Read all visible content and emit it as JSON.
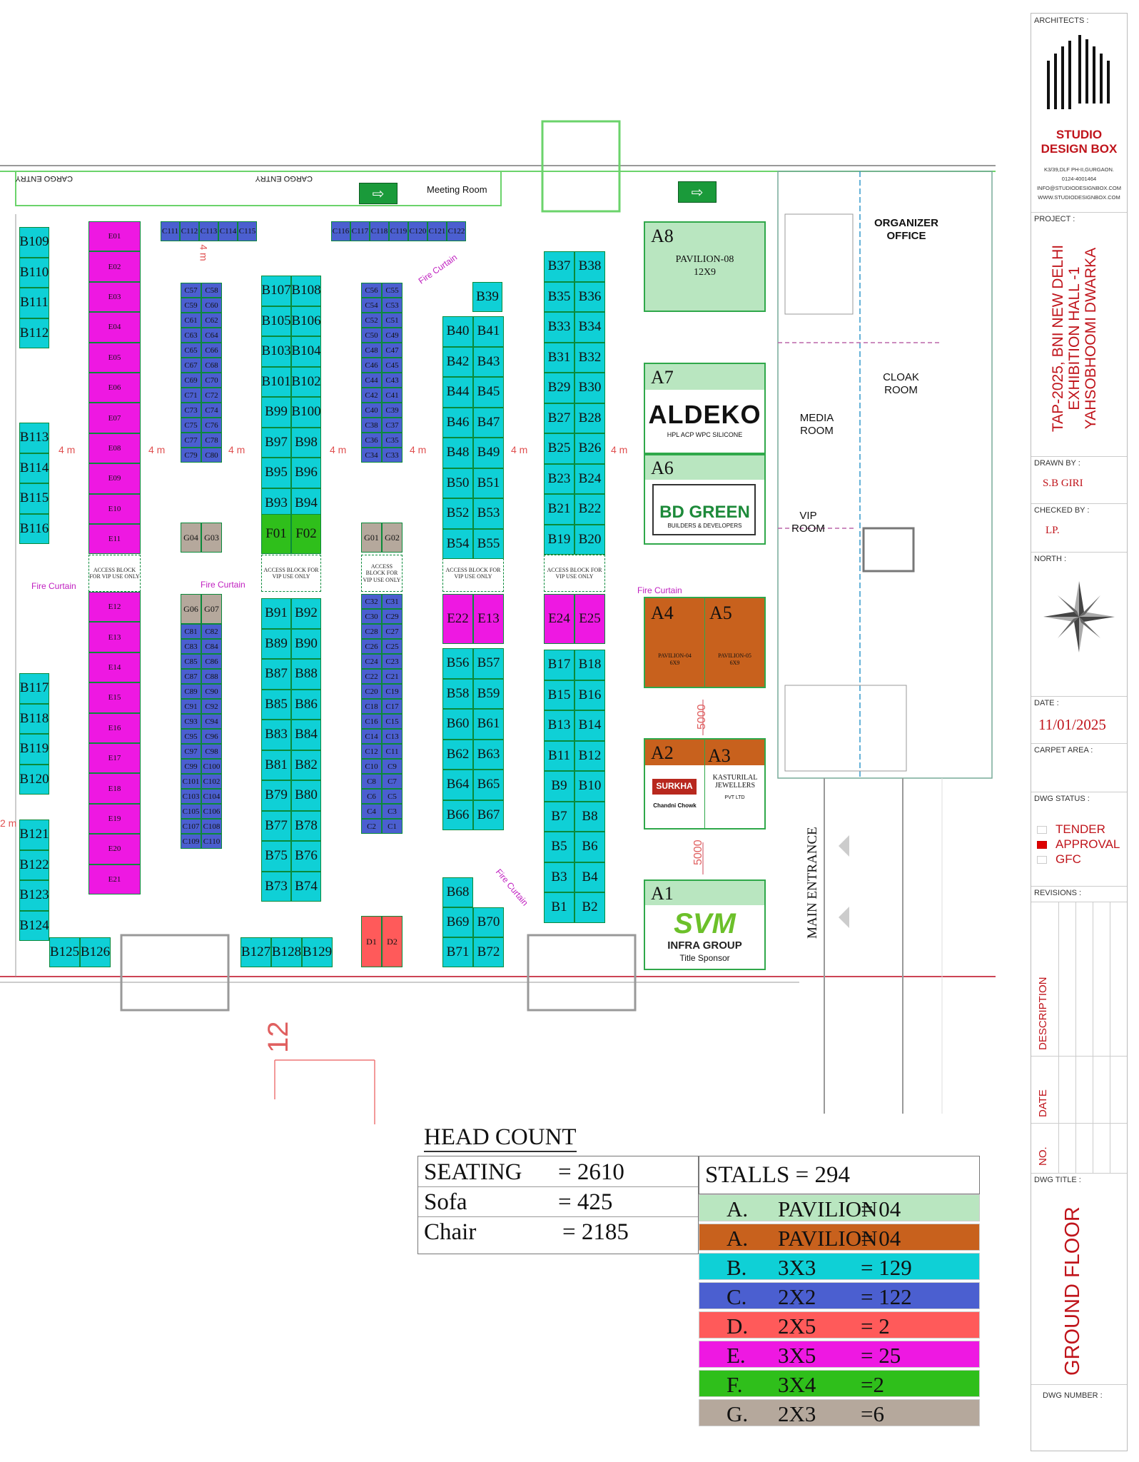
{
  "building": {
    "cargo_entry": "CARGO ENTRY",
    "meeting_room": "Meeting Room",
    "organizer_office": "ORGANIZER OFFICE",
    "cloak_room": "CLOAK ROOM",
    "media_room": "MEDIA ROOM",
    "vip_room": "VIP ROOM",
    "main_entrance": "MAIN ENTRANCE",
    "fire_curtain": "Fire Curtain",
    "aisle": "4 m",
    "aisle_small": "2 m",
    "dim_5000": "5000",
    "grid_no": "12",
    "vip_block": "ACCESS BLOCK FOR VIP USE ONLY"
  },
  "pavilions": {
    "a8": {
      "id": "A8",
      "title": "PAVILION-08",
      "size": "12X9"
    },
    "a7": {
      "id": "A7",
      "brand": "ALDEKO",
      "tag": "HPL  ACP  WPC  SILICONE"
    },
    "a6": {
      "id": "A6",
      "brand": "BD GREEN",
      "tag": "BUILDERS & DEVELOPERS"
    },
    "a4": {
      "id": "A4",
      "title": "PAVILION-04",
      "size": "6X9"
    },
    "a5": {
      "id": "A5",
      "title": "PAVILION-05",
      "size": "6X9"
    },
    "a2": {
      "id": "A2",
      "brand": "SURKHA",
      "tag": "Chandni Chowk"
    },
    "a3": {
      "id": "A3",
      "brand": "KASTURILAL JEWELLERS",
      "tag": "PVT LTD"
    },
    "a1": {
      "id": "A1",
      "brand": "SVM",
      "company": "INFRA GROUP",
      "sponsor": "Title Sponsor"
    }
  },
  "stall_labels": {
    "b_left": [
      "B109",
      "B110",
      "B111",
      "B112",
      "B113",
      "B114",
      "B115",
      "B116",
      "B117",
      "B118",
      "B119",
      "B120",
      "B121",
      "B122",
      "B123",
      "B124"
    ],
    "b_bottom": [
      "B125",
      "B126",
      "B127",
      "B128",
      "B129"
    ],
    "e_col": [
      "E01",
      "E02",
      "E03",
      "E04",
      "E05",
      "E06",
      "E07",
      "E08",
      "E09",
      "E10",
      "E11",
      "E12",
      "E13",
      "E14",
      "E15",
      "E16",
      "E17",
      "E18",
      "E19",
      "E20",
      "E21"
    ],
    "c_top": [
      "C111",
      "C112",
      "C113",
      "C114",
      "C115",
      "C116",
      "C117",
      "C118",
      "C119",
      "C120",
      "C121",
      "C122"
    ],
    "c_col1": [
      [
        "C57",
        "C58"
      ],
      [
        "C59",
        "C60"
      ],
      [
        "C61",
        "C62"
      ],
      [
        "C63",
        "C64"
      ],
      [
        "C65",
        "C66"
      ],
      [
        "C67",
        "C68"
      ],
      [
        "C69",
        "C70"
      ],
      [
        "C71",
        "C72"
      ],
      [
        "C73",
        "C74"
      ],
      [
        "C75",
        "C76"
      ],
      [
        "C77",
        "C78"
      ],
      [
        "C79",
        "C80"
      ]
    ],
    "g_col1a": [
      "G04",
      "G03"
    ],
    "g_col1b": [
      "G06",
      "G07"
    ],
    "c_col1b": [
      [
        "C81",
        "C82"
      ],
      [
        "C83",
        "C84"
      ],
      [
        "C85",
        "C86"
      ],
      [
        "C87",
        "C88"
      ],
      [
        "C89",
        "C90"
      ],
      [
        "C91",
        "C92"
      ],
      [
        "C93",
        "C94"
      ],
      [
        "C95",
        "C96"
      ],
      [
        "C97",
        "C98"
      ],
      [
        "C99",
        "C100"
      ],
      [
        "C101",
        "C102"
      ],
      [
        "C103",
        "C104"
      ],
      [
        "C105",
        "C106"
      ],
      [
        "C107",
        "C108"
      ],
      [
        "C109",
        "C110"
      ]
    ],
    "b_col2a": [
      [
        "B107",
        "B108"
      ],
      [
        "B105",
        "B106"
      ],
      [
        "B103",
        "B104"
      ],
      [
        "B101",
        "B102"
      ],
      [
        "B99",
        "B100"
      ],
      [
        "B97",
        "B98"
      ],
      [
        "B95",
        "B96"
      ],
      [
        "B93",
        "B94"
      ]
    ],
    "f_col": [
      "F01",
      "F02"
    ],
    "b_col2b": [
      [
        "B91",
        "B92"
      ],
      [
        "B89",
        "B90"
      ],
      [
        "B87",
        "B88"
      ],
      [
        "B85",
        "B86"
      ],
      [
        "B83",
        "B84"
      ],
      [
        "B81",
        "B82"
      ],
      [
        "B79",
        "B80"
      ],
      [
        "B77",
        "B78"
      ],
      [
        "B75",
        "B76"
      ],
      [
        "B73",
        "B74"
      ]
    ],
    "c_col2a": [
      [
        "C56",
        "C55"
      ],
      [
        "C54",
        "C53"
      ],
      [
        "C52",
        "C51"
      ],
      [
        "C50",
        "C49"
      ],
      [
        "C48",
        "C47"
      ],
      [
        "C46",
        "C45"
      ],
      [
        "C44",
        "C43"
      ],
      [
        "C42",
        "C41"
      ],
      [
        "C40",
        "C39"
      ],
      [
        "C38",
        "C37"
      ],
      [
        "C36",
        "C35"
      ],
      [
        "C34",
        "C33"
      ]
    ],
    "g_col2": [
      "G01",
      "G02"
    ],
    "c_col2b": [
      [
        "C32",
        "C31"
      ],
      [
        "C30",
        "C29"
      ],
      [
        "C28",
        "C27"
      ],
      [
        "C26",
        "C25"
      ],
      [
        "C24",
        "C23"
      ],
      [
        "C22",
        "C21"
      ],
      [
        "C20",
        "C19"
      ],
      [
        "C18",
        "C17"
      ],
      [
        "C16",
        "C15"
      ],
      [
        "C14",
        "C13"
      ],
      [
        "C12",
        "C11"
      ],
      [
        "C10",
        "C9"
      ],
      [
        "C8",
        "C7"
      ],
      [
        "C6",
        "C5"
      ],
      [
        "C4",
        "C3"
      ],
      [
        "C2",
        "C1"
      ]
    ],
    "d_col": [
      "D1",
      "D2"
    ],
    "b39": "B39",
    "b_col3a": [
      [
        "B40",
        "B41"
      ],
      [
        "B42",
        "B43"
      ],
      [
        "B44",
        "B45"
      ],
      [
        "B46",
        "B47"
      ],
      [
        "B48",
        "B49"
      ],
      [
        "B50",
        "B51"
      ],
      [
        "B52",
        "B53"
      ],
      [
        "B54",
        "B55"
      ]
    ],
    "e_col3": [
      "E22",
      "E13"
    ],
    "b_col3b": [
      [
        "B56",
        "B57"
      ],
      [
        "B58",
        "B59"
      ],
      [
        "B60",
        "B61"
      ],
      [
        "B62",
        "B63"
      ],
      [
        "B64",
        "B65"
      ],
      [
        "B66",
        "B67"
      ]
    ],
    "b_col3c": [
      "B68",
      "B69",
      "B70",
      "B71",
      "B72"
    ],
    "b_col4a": [
      [
        "B37",
        "B38"
      ],
      [
        "B35",
        "B36"
      ],
      [
        "B33",
        "B34"
      ],
      [
        "B31",
        "B32"
      ],
      [
        "B29",
        "B30"
      ],
      [
        "B27",
        "B28"
      ],
      [
        "B25",
        "B26"
      ],
      [
        "B23",
        "B24"
      ],
      [
        "B21",
        "B22"
      ],
      [
        "B19",
        "B20"
      ]
    ],
    "e_col4": [
      "E24",
      "E25"
    ],
    "b_col4b": [
      [
        "B17",
        "B18"
      ],
      [
        "B15",
        "B16"
      ],
      [
        "B13",
        "B14"
      ],
      [
        "B11",
        "B12"
      ],
      [
        "B9",
        "B10"
      ],
      [
        "B7",
        "B8"
      ],
      [
        "B5",
        "B6"
      ],
      [
        "B3",
        "B4"
      ],
      [
        "B1",
        "B2"
      ]
    ]
  },
  "headcount": {
    "title": "HEAD COUNT",
    "rows": [
      {
        "label": "SEATING",
        "value": "= 2610"
      },
      {
        "label": "Sofa",
        "value": "= 425"
      },
      {
        "label": "Chair",
        "value": "= 2185"
      }
    ]
  },
  "stalls_summary": {
    "title": "STALLS = 294",
    "rows": [
      {
        "cat": "A.",
        "type": "PAVILION",
        "value": "= 04",
        "color": "#b9e6c0"
      },
      {
        "cat": "A.",
        "type": "PAVILION",
        "value": "= 04",
        "color": "#c8611d"
      },
      {
        "cat": "B.",
        "type": "3X3",
        "value": "= 129",
        "color": "#0fd0d6"
      },
      {
        "cat": "C.",
        "type": "2X2",
        "value": "= 122",
        "color": "#4b5fd0"
      },
      {
        "cat": "D.",
        "type": "2X5",
        "value": "= 2",
        "color": "#ff5a5a"
      },
      {
        "cat": "E.",
        "type": "3X5",
        "value": "= 25",
        "color": "#ee18e2"
      },
      {
        "cat": "F.",
        "type": "3X4",
        "value": "=2",
        "color": "#2fbf1b"
      },
      {
        "cat": "G.",
        "type": "2X3",
        "value": "=6",
        "color": "#b5a89c"
      }
    ]
  },
  "title_block": {
    "architects_label": "ARCHITECTS :",
    "firm": "STUDIO DESIGN BOX",
    "address": "K3/39,DLF PH-II,GURGAON.",
    "phone": "0124-4001464",
    "email": "INFO@STUDIODESIGNBOX.COM",
    "web": "WWW.STUDIODESIGNBOX.COM",
    "project_label": "PROJECT :",
    "project": "TAP-2025, BNI NEW DELHI EXHIBITION HALL -1 YAHSOBHOOMI DWARKA",
    "drawn_label": "DRAWN BY :",
    "drawn": "S.B GIRI",
    "checked_label": "CHECKED BY :",
    "checked": "LP.",
    "north_label": "NORTH :",
    "date_label": "DATE :",
    "date": "11/01/2025",
    "carpet_label": "CARPET AREA :",
    "status_label": "DWG STATUS :",
    "status": [
      "TENDER",
      "APPROVAL",
      "GFC"
    ],
    "revisions_label": "REVISIONS :",
    "rev_cols": [
      "DESCRIPTION",
      "DATE",
      "NO."
    ],
    "dwg_title_label": "DWG TITLE :",
    "dwg_title": "GROUND FLOOR",
    "dwg_number_label": "DWG NUMBER :"
  }
}
